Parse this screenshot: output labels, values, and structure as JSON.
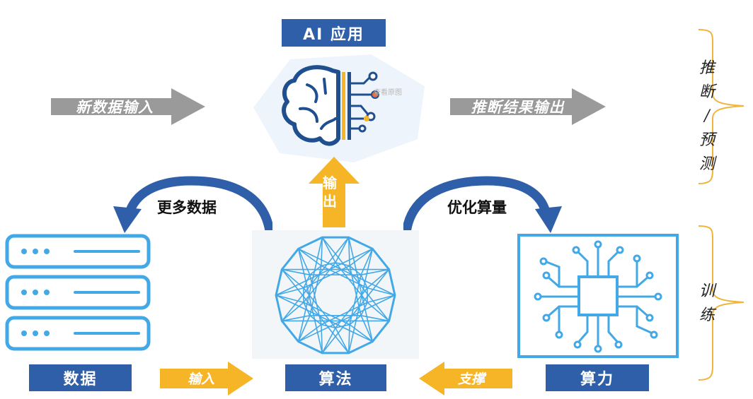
{
  "top": {
    "ai_app_label": "AI 应用",
    "watermark": "查看原图"
  },
  "flow": {
    "new_data_input": "新数据输入",
    "inference_output": "推断结果输出",
    "output_vertical": "输出",
    "more_data": "更多数据",
    "optimize_compute": "优化算量",
    "input": "输入",
    "support": "支撑"
  },
  "bottom": {
    "data_label": "数据",
    "algorithm_label": "算法",
    "compute_label": "算力"
  },
  "side": {
    "inference_predict": [
      "推",
      "断",
      "/",
      "预",
      "测"
    ],
    "training": [
      "训",
      "练"
    ]
  },
  "colors": {
    "label_blue": "#2f5fa8",
    "arrow_gray": "#9a9a9a",
    "arrow_yellow": "#f5b526",
    "curve_blue": "#2f5fa8",
    "icon_blue": "#43a8e6",
    "bracket_yellow": "#f0b43a"
  }
}
